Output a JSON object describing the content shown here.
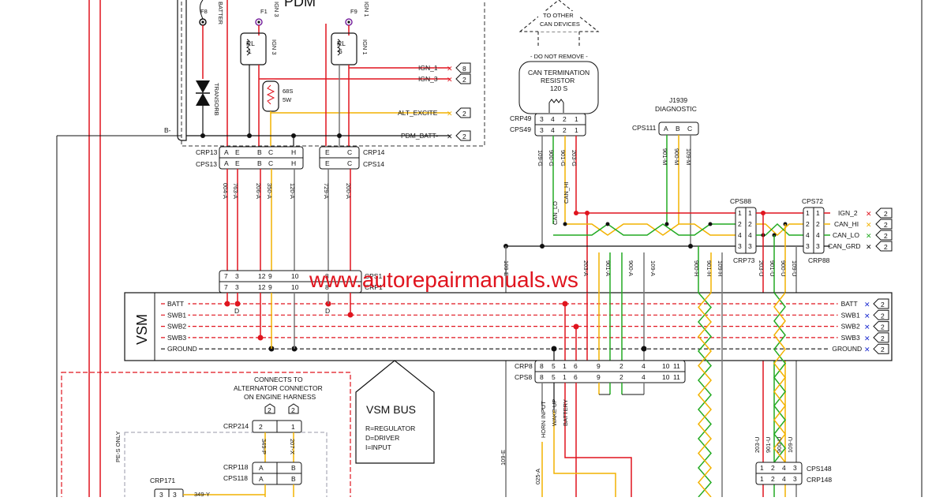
{
  "pdm": {
    "title": "PDM",
    "fuses": [
      "F8",
      "F1",
      "F9"
    ],
    "fuse_labels": [
      "BATTER",
      "IGN 3",
      "IGN 1"
    ],
    "relays": [
      {
        "name": "RL\n1",
        "label": "IGN 3"
      },
      {
        "name": "RL\n6",
        "label": "IGN 1"
      }
    ],
    "resistor": "68S\n5W",
    "transorb": "TRANSORB",
    "b_minus": "B-",
    "outputs": [
      {
        "label": "IGN_1",
        "ref": "8",
        "color": "#e0141e"
      },
      {
        "label": "IGN_3",
        "ref": "2",
        "color": "#e0141e"
      },
      {
        "label": "ALT_EXCITE",
        "ref": "2",
        "color": "#f2b200"
      },
      {
        "label": "PDM_BATT-",
        "ref": "2",
        "color": "#111111"
      }
    ],
    "crp13": "CRP13",
    "cps13": "CPS13",
    "crp14": "CRP14",
    "cps14": "CPS14",
    "pins13": [
      "A",
      "E",
      "B",
      "C",
      "H"
    ],
    "pins14": [
      "E",
      "C"
    ]
  },
  "wires_top": [
    "004-A",
    "763-A",
    "206-A",
    "350-A",
    "120-A",
    "729-A",
    "200-A"
  ],
  "can": {
    "to_other": "TO OTHER\nCAN DEVICES",
    "do_not_remove": "- DO NOT REMOVE -",
    "term": "CAN TERMINATION\nRESISTOR\n120 S",
    "crp49": "CRP49",
    "cps49": "CPS49",
    "pins49": [
      "3",
      "4",
      "2",
      "1"
    ],
    "wires49": [
      "109-G",
      "900-G",
      "901-G",
      "203-G"
    ],
    "can_lo": "CAN_LO",
    "can_hi": "CAN_HI",
    "j1939": "J1939\nDIAGNOSTIC",
    "cps111": "CPS111",
    "pins111": [
      "A",
      "B",
      "C"
    ],
    "wires111": [
      "901-M",
      "900-M",
      "109-M"
    ],
    "cps88": "CPS88",
    "crp73": "CRP73",
    "cps72": "CPS72",
    "crp88": "CRP88",
    "pins88": [
      "1",
      "2",
      "4",
      "3"
    ],
    "outputs": [
      {
        "label": "IGN_2",
        "ref": "2",
        "color": "#e0141e"
      },
      {
        "label": "CAN_HI",
        "ref": "2",
        "color": "#f2b200"
      },
      {
        "label": "CAN_LO",
        "ref": "2",
        "color": "#22aa22"
      },
      {
        "label": "CAN_GRD",
        "ref": "2",
        "color": "#111111"
      }
    ]
  },
  "vsm": {
    "title": "VSM",
    "lines": [
      "BATT",
      "SWB1",
      "SWB2",
      "SWB3",
      "GROUND"
    ],
    "cps1": "CPS1",
    "crp1": "CRP1",
    "pins1": [
      "7",
      "3",
      "12",
      "9",
      "10",
      "8"
    ],
    "d_marks": [
      "D",
      "D"
    ],
    "vertical_wires": [
      "109-E",
      "203-A",
      "901-A",
      "900-A",
      "109-A",
      "900-H",
      "901-H",
      "109-H",
      "203-U",
      "901-U",
      "900-U",
      "109-U"
    ],
    "crp8": "CRP8",
    "cps8": "CPS8",
    "pins8": [
      "8",
      "5",
      "1",
      "6",
      "9",
      "2",
      "4",
      "10",
      "11"
    ],
    "functions": [
      "HORN INPUT",
      "WAKE UP",
      "BATTERY"
    ],
    "bottom_wires": [
      "109-E",
      "025-A"
    ]
  },
  "legend": {
    "title": "VSM BUS",
    "lines": [
      "R=REGULATOR",
      "D=DRIVER",
      "I=INPUT"
    ]
  },
  "alternator": {
    "note": "CONNECTS TO\nALTERNATOR CONNECTOR\nON ENGINE HARNESS",
    "refs": [
      "2",
      "2"
    ],
    "crp214": "CRP214",
    "pins214": [
      "2",
      "1"
    ],
    "wires": [
      "349-P",
      "207-X"
    ],
    "crp118": "CRP118",
    "cps118": "CPS118",
    "pins118": [
      "A",
      "B"
    ],
    "crp171": "CRP171",
    "pins171": [
      "3",
      "3"
    ],
    "wire171": "349-Y",
    "side_label": "PE-S ONLY"
  },
  "bottom_right": {
    "wires": [
      "203-U",
      "901-U",
      "900-U",
      "109-U"
    ],
    "cps148": "CPS148",
    "crp148": "CRP148",
    "pins": [
      "1",
      "2",
      "4",
      "3"
    ]
  },
  "watermark": "www.autorepairmanuals.ws",
  "colors": {
    "red": "#e0141e",
    "yellow": "#f2b200",
    "green": "#22aa22",
    "black": "#111111",
    "gray": "#777777"
  }
}
